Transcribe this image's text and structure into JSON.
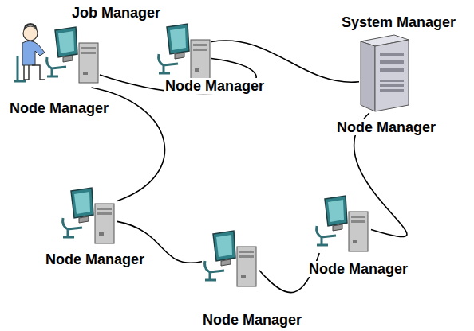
{
  "diagram": {
    "nodes": [
      {
        "text": [
          "Job Manager",
          "Node Manager"
        ]
      },
      {
        "text": [
          "Node Manager"
        ]
      },
      {
        "text": [
          "System Manager",
          "Node Manager"
        ]
      },
      {
        "text": [
          "Node Manager"
        ]
      },
      {
        "text": [
          "Node Manager"
        ]
      },
      {
        "text": [
          "Node Manager"
        ]
      }
    ],
    "edges": [
      {
        "from": 0,
        "to": 1,
        "arrow": "none"
      },
      {
        "from": 1,
        "to": 2,
        "arrow": "none"
      },
      {
        "from": 2,
        "to": 3,
        "arrow": "none"
      },
      {
        "from": 3,
        "to": 4,
        "arrow": "none"
      },
      {
        "from": 4,
        "to": 5,
        "arrow": "none"
      },
      {
        "from": 5,
        "to": 0,
        "arrow": "none"
      }
    ]
  }
}
